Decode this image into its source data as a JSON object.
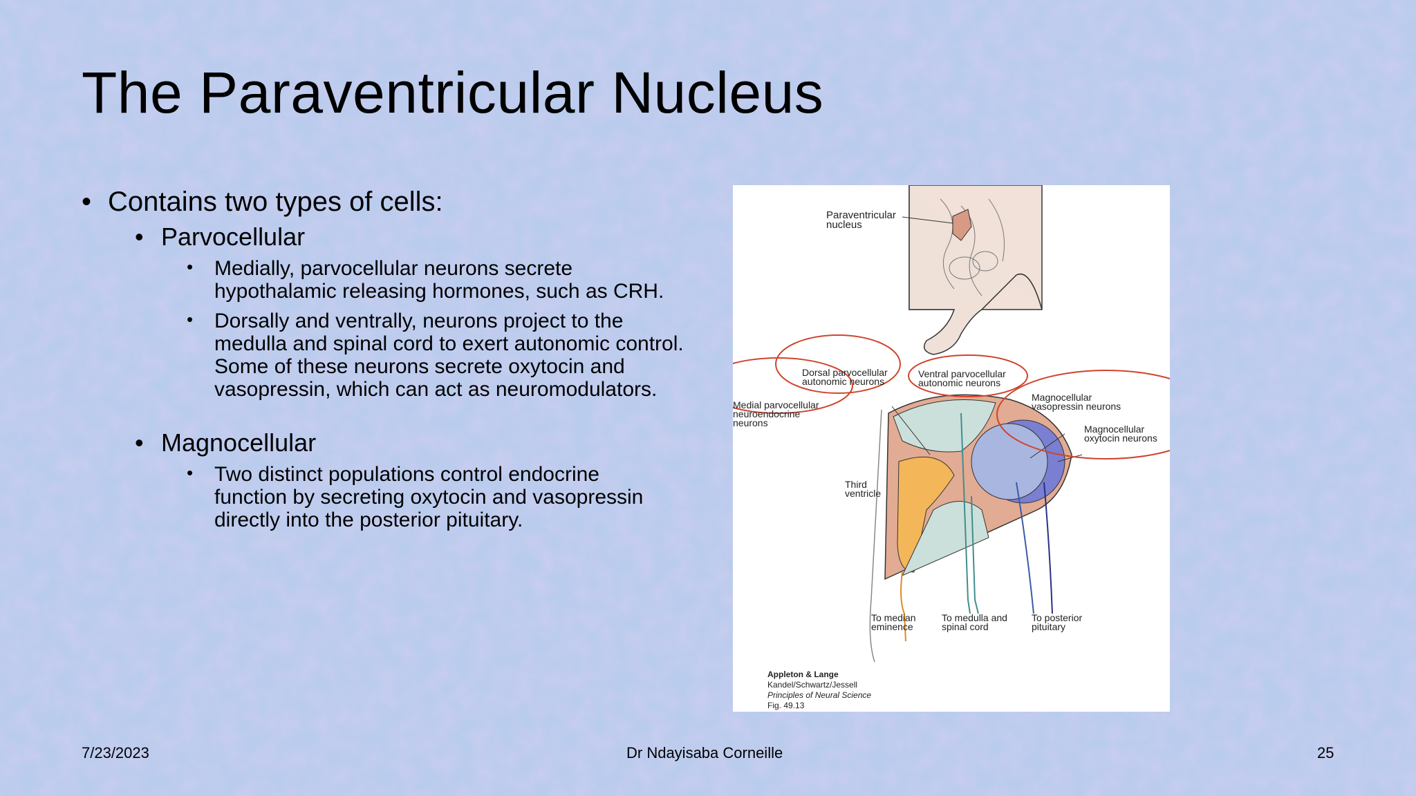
{
  "slide": {
    "title": "The Paraventricular Nucleus",
    "bullets": {
      "main": "Contains two types of cells:",
      "parvocellular": {
        "label": "Parvocellular",
        "points": [
          "Medially, parvocellular neurons secrete hypothalamic releasing hormones, such as CRH.",
          "Dorsally and ventrally, neurons project to the medulla and spinal cord to exert autonomic control.  Some of these neurons secrete oxytocin and vasopressin, which can act as neuromodulators."
        ]
      },
      "magnocellular": {
        "label": "Magnocellular",
        "points": [
          "Two distinct populations control endocrine function by secreting oxytocin and vasopressin directly into the posterior pituitary."
        ]
      }
    },
    "figure": {
      "labels": {
        "pvn": [
          "Paraventricular",
          "nucleus"
        ],
        "dorsal": [
          "Dorsal parvocellular",
          "autonomic neurons"
        ],
        "ventral": [
          "Ventral parvocellular",
          "autonomic neurons"
        ],
        "medial": [
          "Medial parvocellular",
          "neuroendocrine",
          "neurons"
        ],
        "magno_vaso": [
          "Magnocellular",
          "vasopressin neurons"
        ],
        "magno_oxy": [
          "Magnocellular",
          "oxytocin neurons"
        ],
        "third_ventricle": [
          "Third",
          "ventricle"
        ],
        "to_median": [
          "To median",
          "eminence"
        ],
        "to_medulla": [
          "To medulla and",
          "spinal cord"
        ],
        "to_posterior": [
          "To posterior",
          "pituitary"
        ]
      },
      "credit": [
        "Appleton & Lange",
        "Kandel/Schwartz/Jessell",
        "Principles of Neural Science",
        "Fig. 49.13"
      ]
    },
    "footer": {
      "date": "7/23/2023",
      "author": "Dr Ndayisaba Corneille",
      "page": "25"
    },
    "colors": {
      "background": "#b8cbeb",
      "annotation_circle": "#d0432a",
      "orange_region": "#f3b659",
      "teal_region": "#cbe0db",
      "salmon_region": "#e2ab93",
      "blue_circle": "#a9b6df",
      "purple_circle": "#7a7fd1"
    }
  }
}
